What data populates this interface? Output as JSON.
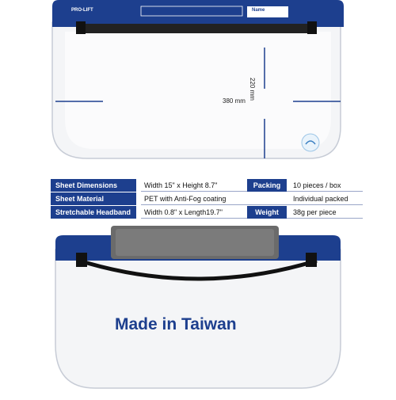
{
  "top_shield": {
    "brand": "PRO-LIFT",
    "name_tag": "Name",
    "width_label": "380 mm",
    "height_label": "220 mm"
  },
  "specs": {
    "rows": [
      {
        "label": "Sheet Dimensions",
        "value": "Width 15\" x Height 8.7\""
      },
      {
        "label": "Sheet Material",
        "value": "PET with Anti-Fog coating"
      },
      {
        "label": "Stretchable Headband",
        "value": "Width 0.8\" x Length19.7\""
      }
    ],
    "right": [
      {
        "label": "Packing",
        "value": "10 pieces / box"
      },
      {
        "label": "",
        "value": "Individual packed"
      },
      {
        "label": "Weight",
        "value": "38g per piece"
      }
    ]
  },
  "bottom_shield": {
    "caption": "Made in Taiwan"
  },
  "colors": {
    "band_blue": "#1d3f8e",
    "shield_edge": "#c7ccd6"
  }
}
